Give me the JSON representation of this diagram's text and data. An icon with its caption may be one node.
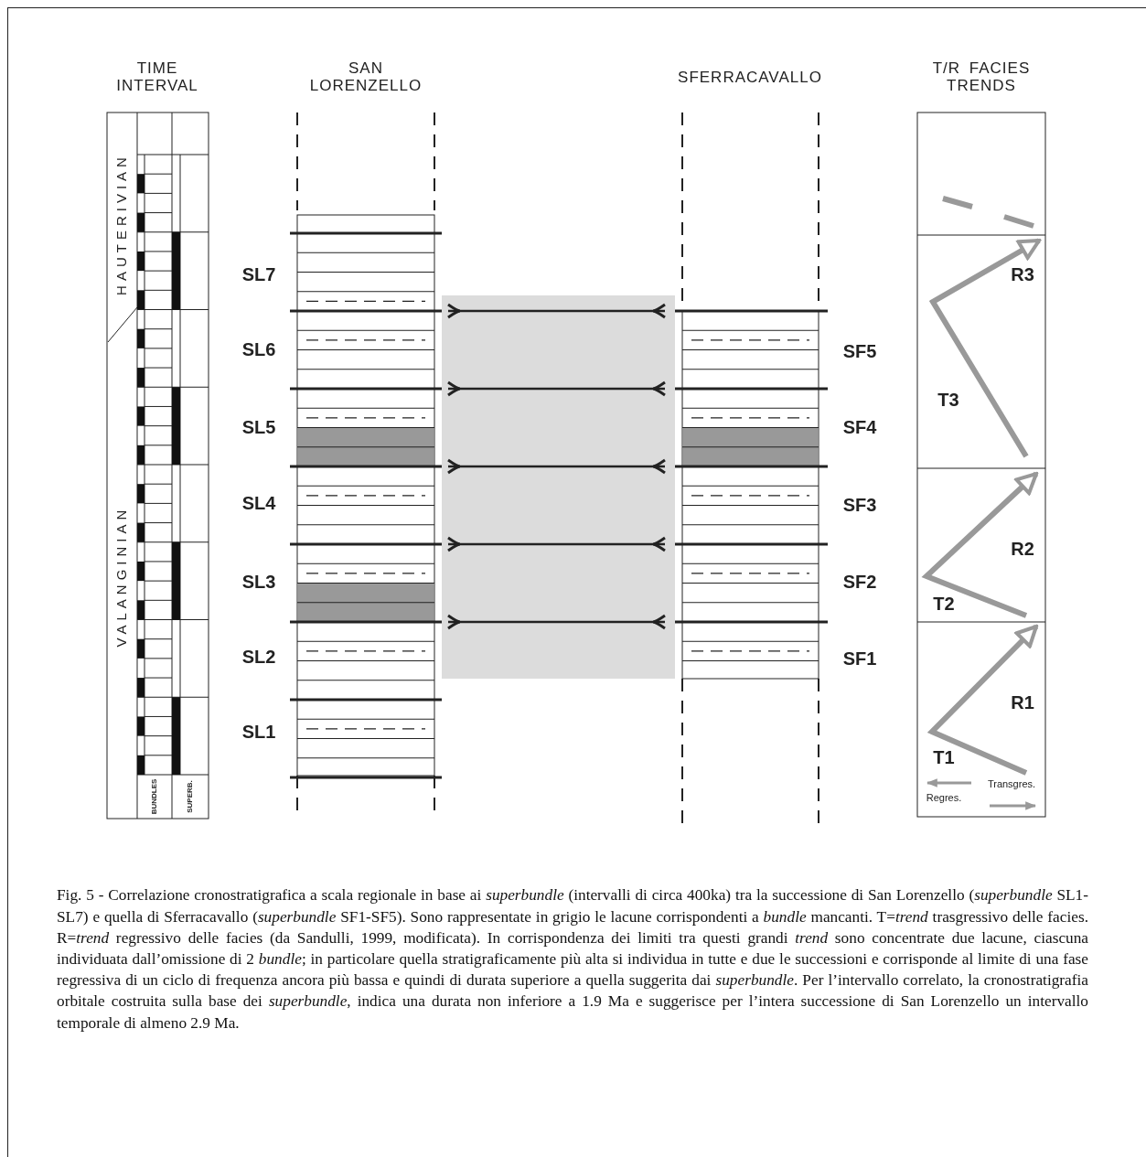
{
  "diagram": {
    "caption": "Fig. 5 - Correlazione cronostratigrafica a scala regionale in base ai *superbundle* (intervalli di circa 400ka) tra la successione di San Lorenzello (*superbundle* SL1-SL7) e quella di Sferracavallo (*superbundle* SF1-SF5). Sono rappresentate in grigio le lacune corrispondenti a *bundle* mancanti. T=*trend* trasgressivo delle facies. R=*trend* regressivo delle facies (da Sandulli, 1999, modificata). In corrispondenza dei limiti tra questi grandi *trend* sono concentrate due lacune, ciascuna individuata dall’omissione di 2 *bundle*; in particolare quella stratigraficamente più alta si individua in tutte e due le successioni e corrisponde al limite di una fase regressiva di un ciclo di frequenza ancora più bassa e quindi di durata superiore a quella suggerita dai *superbundle*. Per l’intervallo correlato, la cronostratigrafia orbitale costruita sulla base dei *superbundle*, indica una durata non inferiore a 1.9 Ma e suggerisce per l’intera successione di San Lorenzello un intervallo temporale di almeno 2.9 Ma.",
    "labels": [
      "TIME INTERVAL",
      "SAN LORENZELLO",
      "SFERRACAVALLO",
      "T/R FACIES TRENDS",
      "HAUTERIVIAN",
      "SL7",
      "R3",
      "SL6",
      "SF5",
      "SL5",
      "SF4",
      "T3",
      "SL4",
      "SF3",
      "R2",
      "SL3",
      "SF2",
      "T2",
      "VALANGINIAN",
      "SL2",
      "SF1",
      "R1",
      "SL1",
      "T1",
      "Transgres.",
      "Regres.",
      "BUNDLES",
      "SUPERB."
    ]
  }
}
